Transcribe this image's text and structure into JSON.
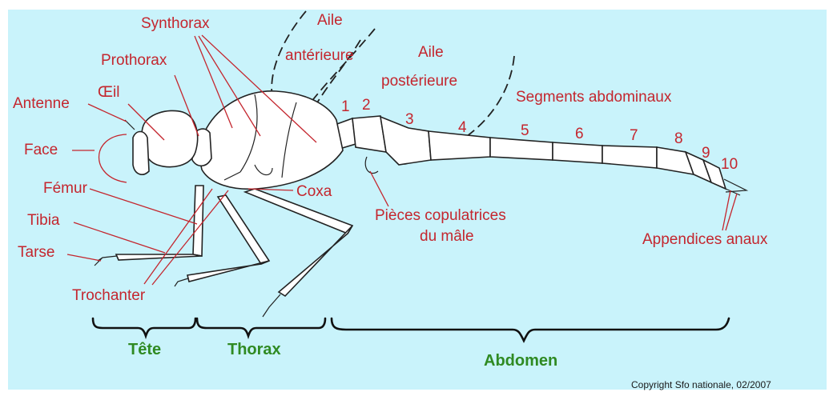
{
  "labels": {
    "synthorax": "Synthorax",
    "aile_anterieure_1": "Aile",
    "aile_anterieure_2": "antérieure",
    "aile_posterieure_1": "Aile",
    "aile_posterieure_2": "postérieure",
    "prothorax": "Prothorax",
    "oeil": "Œil",
    "antenne": "Antenne",
    "face": "Face",
    "femur": "Fémur",
    "tibia": "Tibia",
    "tarse": "Tarse",
    "trochanter": "Trochanter",
    "coxa": "Coxa",
    "segments": "Segments  abdominaux",
    "pieces_1": "Pièces copulatrices",
    "pieces_2": "du mâle",
    "appendices": "Appendices anaux"
  },
  "segment_numbers": [
    "1",
    "2",
    "3",
    "4",
    "5",
    "6",
    "7",
    "8",
    "9",
    "10"
  ],
  "sections": {
    "tete": "Tête",
    "thorax": "Thorax",
    "abdomen": "Abdomen"
  },
  "copyright": "Copyright Sfo nationale, 02/2007",
  "colors": {
    "background": "#c9f3fb",
    "label": "#c4262e",
    "section": "#2f8a22"
  }
}
